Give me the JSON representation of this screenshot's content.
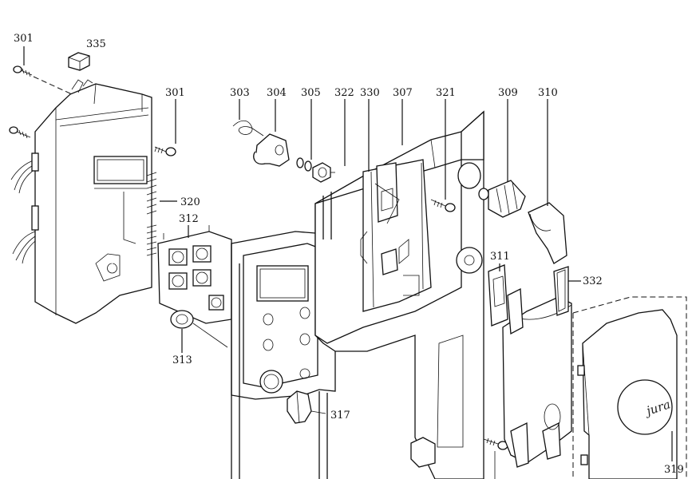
{
  "diagram": {
    "callouts": [
      {
        "id": "c301a",
        "text": "301"
      },
      {
        "id": "c335",
        "text": "335"
      },
      {
        "id": "c301b",
        "text": "301"
      },
      {
        "id": "c303",
        "text": "303"
      },
      {
        "id": "c304",
        "text": "304"
      },
      {
        "id": "c305",
        "text": "305"
      },
      {
        "id": "c322",
        "text": "322"
      },
      {
        "id": "c330",
        "text": "330"
      },
      {
        "id": "c307",
        "text": "307"
      },
      {
        "id": "c321",
        "text": "321"
      },
      {
        "id": "c309",
        "text": "309"
      },
      {
        "id": "c310",
        "text": "310"
      },
      {
        "id": "c320",
        "text": "320"
      },
      {
        "id": "c312",
        "text": "312"
      },
      {
        "id": "c311",
        "text": "311"
      },
      {
        "id": "c332",
        "text": "332"
      },
      {
        "id": "c313",
        "text": "313"
      },
      {
        "id": "c317",
        "text": "317"
      },
      {
        "id": "c319",
        "text": "319"
      }
    ],
    "logo_text": "jura"
  }
}
